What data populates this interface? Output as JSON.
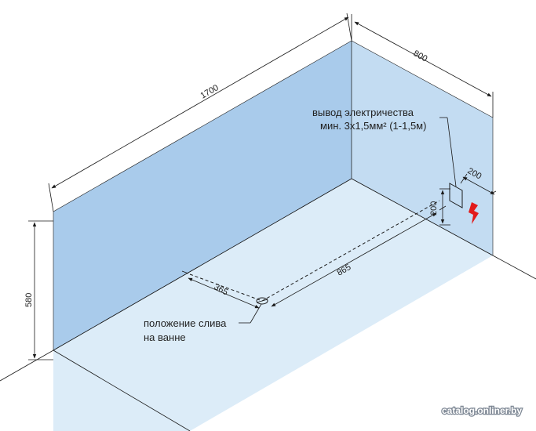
{
  "dimensions": {
    "length": "1700",
    "width": "800",
    "height": "580",
    "drain_from_wall": "365",
    "drain_to_outlet": "865",
    "outlet_height": "200",
    "outlet_from_corner": "200"
  },
  "labels": {
    "electric_line1": "вывод электричества",
    "electric_line2": "мин. 3х1,5мм² (1-1,5м)",
    "drain_line1": "положение слива",
    "drain_line2": "на ванне"
  },
  "watermark": "catalog.onliner.by",
  "colors": {
    "back_wall": "#a9cbeb",
    "side_wall": "#c3dcf2",
    "floor": "#dcecf8",
    "hazard": "#e21b1b"
  }
}
